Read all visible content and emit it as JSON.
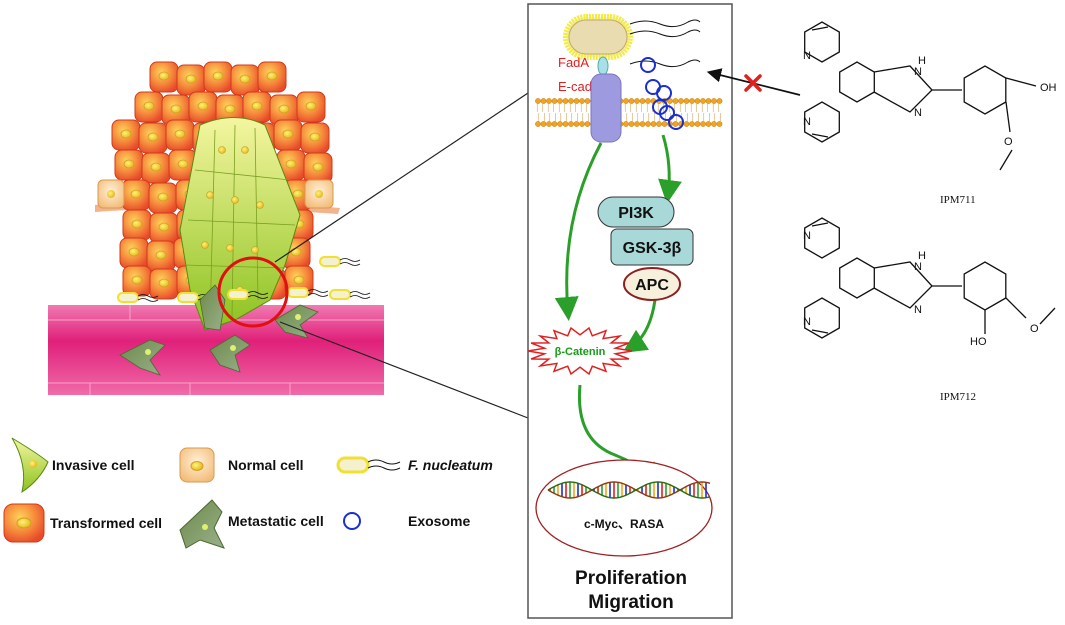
{
  "pathway": {
    "fada": "FadA",
    "ecadherin": "E-cadherin",
    "pi3k": "PI3K",
    "gsk": "GSK-3β",
    "apc": "APC",
    "catenin": "β-Catenin",
    "genes": "c-Myc、RASA",
    "outcome1": "Proliferation",
    "outcome2": "Migration"
  },
  "compounds": [
    {
      "name": "IPM711",
      "substituents": [
        "OH",
        "O"
      ]
    },
    {
      "name": "IPM712",
      "substituents": [
        "HO",
        "O"
      ]
    }
  ],
  "atoms": {
    "nh": "H",
    "n": "N"
  },
  "legend": [
    {
      "label": "Invasive cell"
    },
    {
      "label": "Normal cell"
    },
    {
      "label": "F. nucleatum"
    },
    {
      "label": "Transformed cell"
    },
    {
      "label": "Metastatic cell"
    },
    {
      "label": "Exosome"
    }
  ],
  "colors": {
    "transformed": "#f06a3c",
    "invasive": "#a9d23a",
    "normal": "#f7c98e",
    "vessel": "#e0207a",
    "arrow": "#2aa02a",
    "label_red": "#e02020",
    "exosome": "#1a2fd0"
  }
}
